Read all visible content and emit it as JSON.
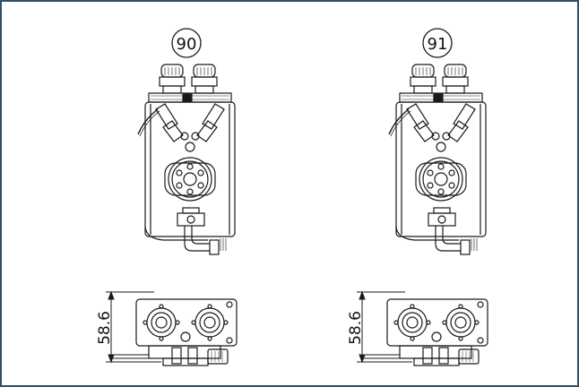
{
  "frame_color": "#2f4f6f",
  "line_color": "#1a1a1a",
  "pumps": [
    {
      "callout": "90",
      "dimension": "58.6"
    },
    {
      "callout": "91",
      "dimension": "58.6"
    }
  ]
}
